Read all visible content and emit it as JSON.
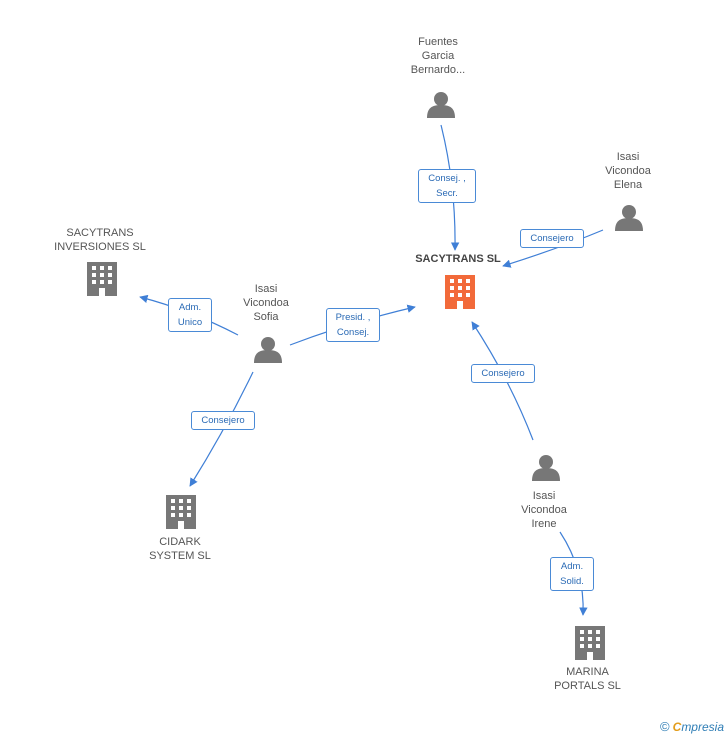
{
  "companies": {
    "sacytrans": "SACYTRANS SL",
    "sacytrans_inversiones": "SACYTRANS\nINVERSIONES SL",
    "cidark": "CIDARK\nSYSTEM  SL",
    "marina": "MARINA\nPORTALS SL"
  },
  "persons": {
    "fuentes": "Fuentes\nGarcia\nBernardo...",
    "elena": "Isasi\nVicondoa\nElena",
    "sofia": "Isasi\nVicondoa\nSofia",
    "irene": "Isasi\nVicondoa\nIrene"
  },
  "relations": {
    "fuentes_sacytrans": "Consej. ,\nSecr.",
    "elena_sacytrans": "Consejero",
    "sofia_sacytrans": "Presid. ,\nConsej.",
    "sofia_inversiones": "Adm.\nUnico",
    "sofia_cidark": "Consejero",
    "irene_sacytrans": "Consejero",
    "irene_marina": "Adm.\nSolid."
  },
  "colors": {
    "main_company": "#f26a3a",
    "company": "#777777",
    "person": "#777777",
    "edge": "#3f7fd6"
  },
  "footer": {
    "copyright": "©",
    "brand_initial": "C",
    "brand_rest": "mpresia"
  }
}
